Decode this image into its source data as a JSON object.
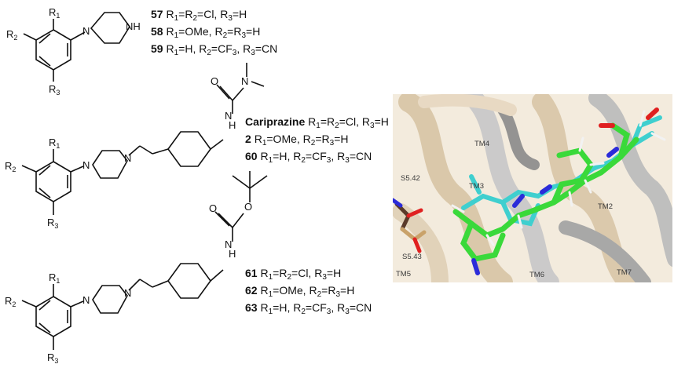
{
  "structure_labels": {
    "nh": "NH",
    "n": "N",
    "h": "H",
    "o": "O",
    "r1": "R",
    "r1_sub": "1",
    "r2": "R",
    "r2_sub": "2",
    "r3": "R",
    "r3_sub": "3"
  },
  "captions": {
    "row1": [
      {
        "id": "57",
        "text": "R1=R2=Cl, R3=H"
      },
      {
        "id": "58",
        "text": "R1=OMe, R2=R3=H"
      },
      {
        "id": "59",
        "text": "R1=H, R2=CF3, R3=CN"
      }
    ],
    "row2": [
      {
        "id": "Cariprazine",
        "text": "R1=R2=Cl, R3=H"
      },
      {
        "id": "2",
        "text": "R1=OMe, R2=R3=H"
      },
      {
        "id": "60",
        "text": "R1=H, R2=CF3, R3=CN"
      }
    ],
    "row3": [
      {
        "id": "61",
        "text": "R1=R2=Cl, R3=H"
      },
      {
        "id": "62",
        "text": "R1=OMe, R2=R3=H"
      },
      {
        "id": "63",
        "text": "R1=H, R2=CF3, R3=CN"
      }
    ]
  },
  "docking_labels": {
    "tm4": "TM4",
    "s542": "S5.42",
    "tm3": "TM3",
    "tm2": "TM2",
    "s543": "S5.43",
    "tm5": "TM5",
    "tm6": "TM6",
    "tm7": "TM7"
  },
  "colors": {
    "ligand_green": "#3ad93a",
    "ligand_cyan": "#3fcfcf",
    "protein": "#e6d7c0",
    "protein_grey": "#9a9a9a",
    "nitrogen": "#2b2bd9",
    "oxygen": "#e02020"
  }
}
